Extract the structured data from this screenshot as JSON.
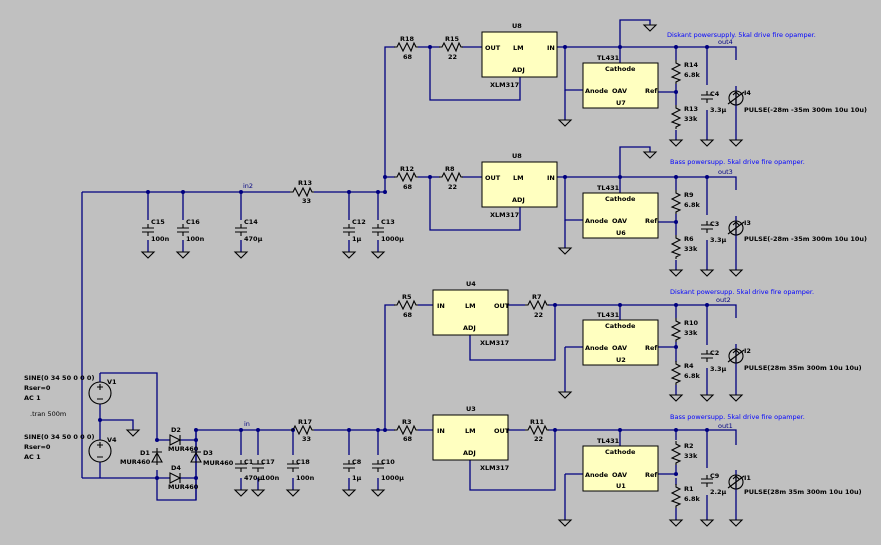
{
  "netlabels": {
    "in2": "in2",
    "in": "in",
    "out4": "out4",
    "out3": "out3",
    "out2": "out2",
    "out1": "out1"
  },
  "notes": {
    "u7": "Diskant powersupply. 5kal drive fire opamper.",
    "u6": "Bass powersupp. 5kal drive fire opamper.",
    "u2": "Diskant powersupp. 5kal drive fire opamper.",
    "u1": "Bass powersupp. 5kal drive fire opamper."
  },
  "sources": {
    "v1": {
      "name": "V1",
      "l1": "SINE(0 34 50 0 0 0)",
      "l2": "Rser=0",
      "l3": "AC 1"
    },
    "v4": {
      "name": "V4",
      "l1": "SINE(0 34 50 0 0 0)",
      "l2": "Rser=0",
      "l3": "AC 1"
    },
    "tran": ".tran 500m"
  },
  "diodes": {
    "d1": "D1",
    "d1v": "MUR460",
    "d2": "D2",
    "d2v": "MUR460",
    "d3": "D3",
    "d3v": "MUR460",
    "d4": "D4",
    "d4v": "MUR460"
  },
  "caps": {
    "c15": "C15",
    "c15v": "100n",
    "c16": "C16",
    "c16v": "100n",
    "c14": "C14",
    "c14v": "470µ",
    "c12": "C12",
    "c12v": "1µ",
    "c13": "C13",
    "c13v": "1000µ",
    "c1": "C1",
    "c1v": "470µ",
    "c17": "C17",
    "c17v": "100n",
    "c18": "C18",
    "c18v": "100n",
    "c8": "C8",
    "c8v": "1µ",
    "c10": "C10",
    "c10v": "1000µ",
    "c4": "C4",
    "c4v": "3.3µ",
    "c3": "C3",
    "c3v": "3.3µ",
    "c2": "C2",
    "c2v": "3.3µ",
    "c9": "C9",
    "c9v": "2.2µ"
  },
  "resistors": {
    "r18": "R18",
    "r18v": "68",
    "r15": "R15",
    "r15v": "22",
    "r12": "R12",
    "r12v": "68",
    "r8": "R8",
    "r8v": "22",
    "r13a": "R13",
    "r13av": "33",
    "r5": "R5",
    "r5v": "68",
    "r7": "R7",
    "r7v": "22",
    "r17": "R17",
    "r17v": "33",
    "r3": "R3",
    "r3v": "68",
    "r11": "R11",
    "r11v": "22",
    "r14": "R14",
    "r14v": "6.8k",
    "r13b": "R13",
    "r13bv": "33k",
    "r9": "R9",
    "r9v": "6.8k",
    "r6": "R6",
    "r6v": "33k",
    "r10": "R10",
    "r10v": "33k",
    "r4": "R4",
    "r4v": "6.8k",
    "r2": "R2",
    "r2v": "33k",
    "r1": "R1",
    "r1v": "6.8k"
  },
  "regs": {
    "lm": "LM",
    "adj": "ADJ",
    "in": "IN",
    "out": "OUT",
    "model": "XLM317",
    "u8a": "U8",
    "u8b": "U8",
    "u4": "U4",
    "u3": "U3"
  },
  "refs": {
    "model": "TL431",
    "cathode": "Cathode",
    "anode": "Anode",
    "oav": "OAV",
    "ref": "Ref",
    "u7": "U7",
    "u6": "U6",
    "u2": "U2",
    "u1": "U1"
  },
  "loads": {
    "i4": "I4",
    "i4v": "PULSE(-28m -35m 300m 10u 10u)",
    "i3": "I3",
    "i3v": "PULSE(-28m -35m 300m 10u 10u)",
    "i2": "I2",
    "i2v": "PULSE(28m 35m 300m 10u 10u)",
    "i1": "I1",
    "i1v": "PULSE(28m 35m 300m 10u 10u)"
  }
}
